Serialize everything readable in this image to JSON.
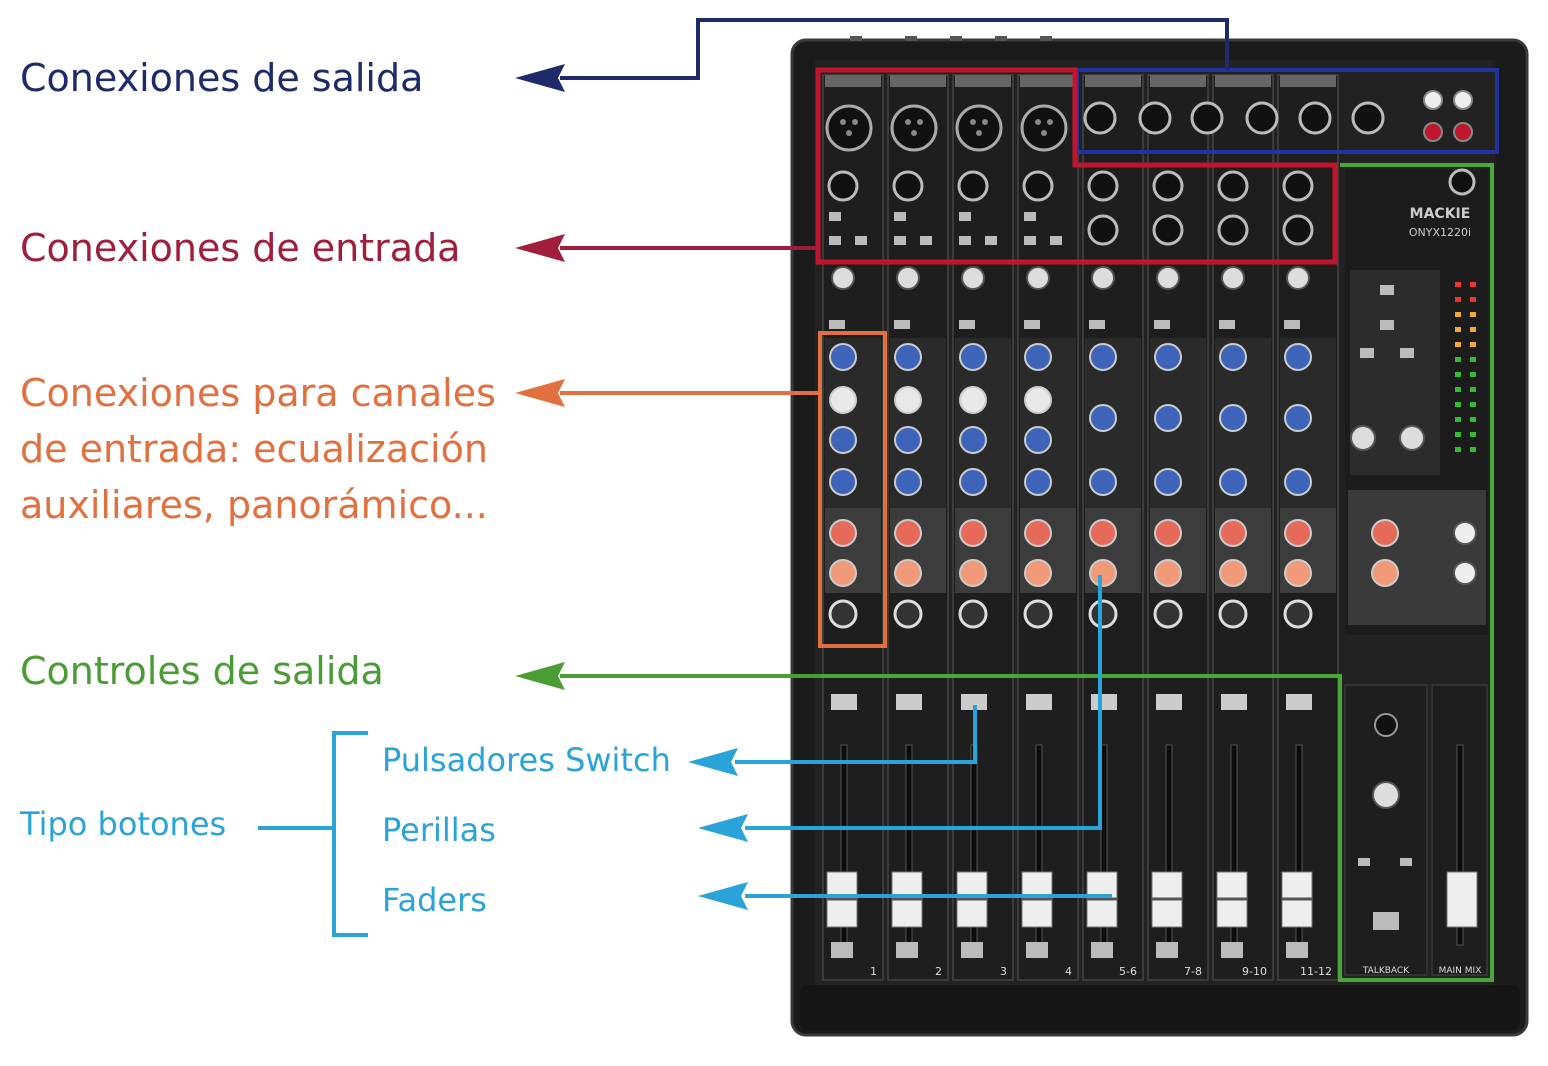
{
  "labels": {
    "output_connections": "Conexiones de salida",
    "input_connections": "Conexiones de entrada",
    "channel_connections": [
      "Conexiones para canales",
      "de entrada: ecualización",
      "auxiliares, panorámico..."
    ],
    "output_controls": "Controles de salida",
    "button_types": "Tipo botones",
    "switch_buttons": "Pulsadores Switch",
    "knobs": "Perillas",
    "faders": "Faders"
  },
  "mixer": {
    "brand": "MACKIE",
    "model": "ONYX1220i",
    "channel_numbers": [
      "1",
      "2",
      "3",
      "4",
      "5-6",
      "7-8",
      "9-10",
      "11-12"
    ],
    "bottom_labels": [
      "TALKBACK",
      "MAIN MIX"
    ]
  },
  "colors": {
    "output_connections": "#1f2a6b",
    "input_connections": "#a01e3c",
    "channel_connections": "#e2703e",
    "output_controls": "#4a9c35",
    "button_types": "#2aa3d8",
    "mixer_body": "#1a1a1a"
  }
}
